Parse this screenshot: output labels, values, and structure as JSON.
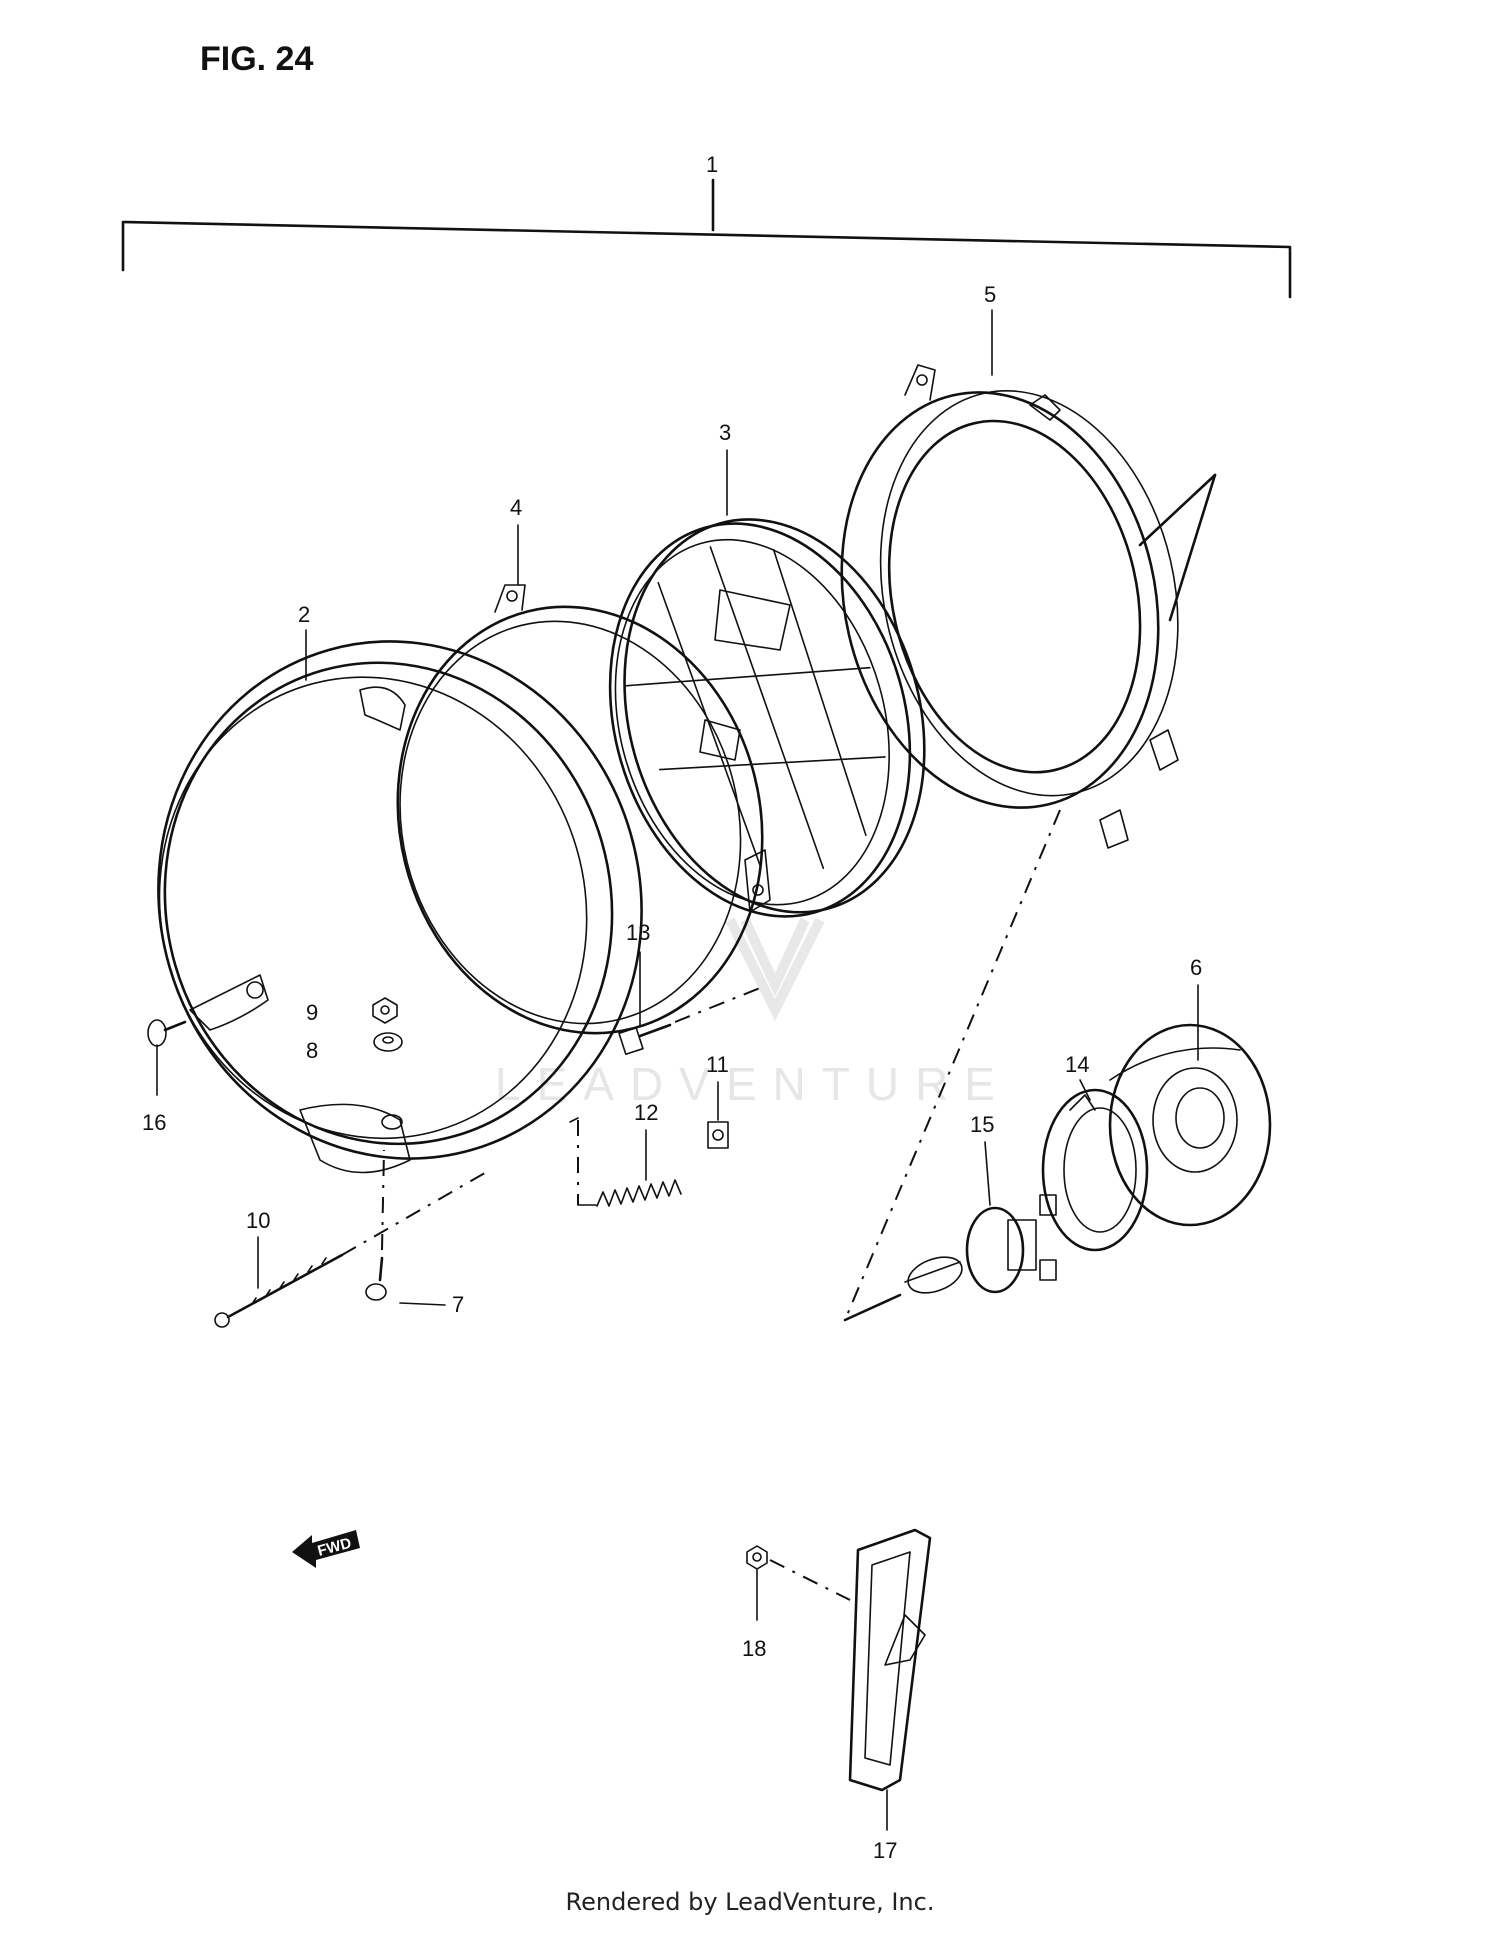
{
  "figure": {
    "title": "FIG. 24"
  },
  "watermark": "LEADVENTURE",
  "fwd_label": "FWD",
  "footer": "Rendered by LeadVenture, Inc.",
  "callouts": [
    "1",
    "2",
    "3",
    "4",
    "5",
    "6",
    "7",
    "8",
    "9",
    "10",
    "11",
    "12",
    "13",
    "14",
    "15",
    "16",
    "17",
    "18"
  ]
}
